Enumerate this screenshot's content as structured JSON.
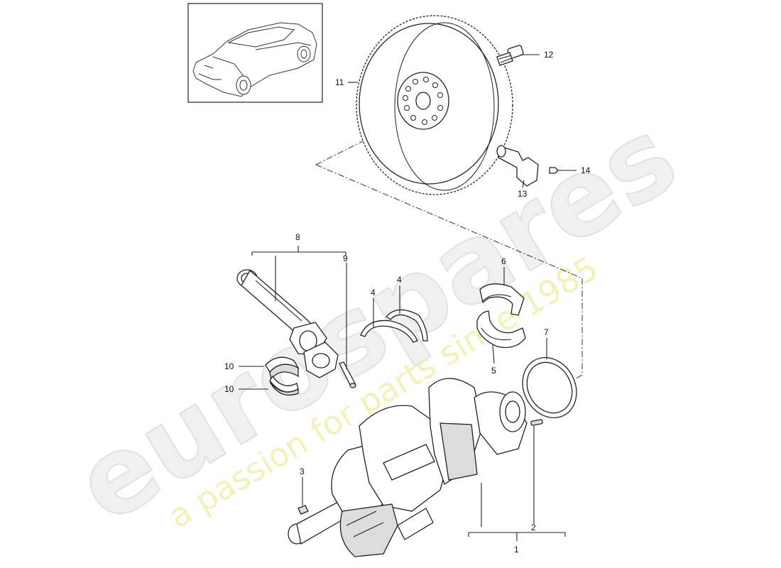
{
  "watermark": {
    "brand": "eurospares",
    "tagline": "a passion for parts since 1985"
  },
  "callouts": {
    "p1": "1",
    "p2": "2",
    "p3": "3",
    "p4a": "4",
    "p4b": "4",
    "p5": "5",
    "p6": "6",
    "p7": "7",
    "p8": "8",
    "p9": "9",
    "p10a": "10",
    "p10b": "10",
    "p11": "11",
    "p12": "12",
    "p13": "13",
    "p14": "14"
  },
  "colors": {
    "line": "#222222",
    "watermark_grey": "#e4e4e4",
    "watermark_yellow": "#eeeea0"
  }
}
